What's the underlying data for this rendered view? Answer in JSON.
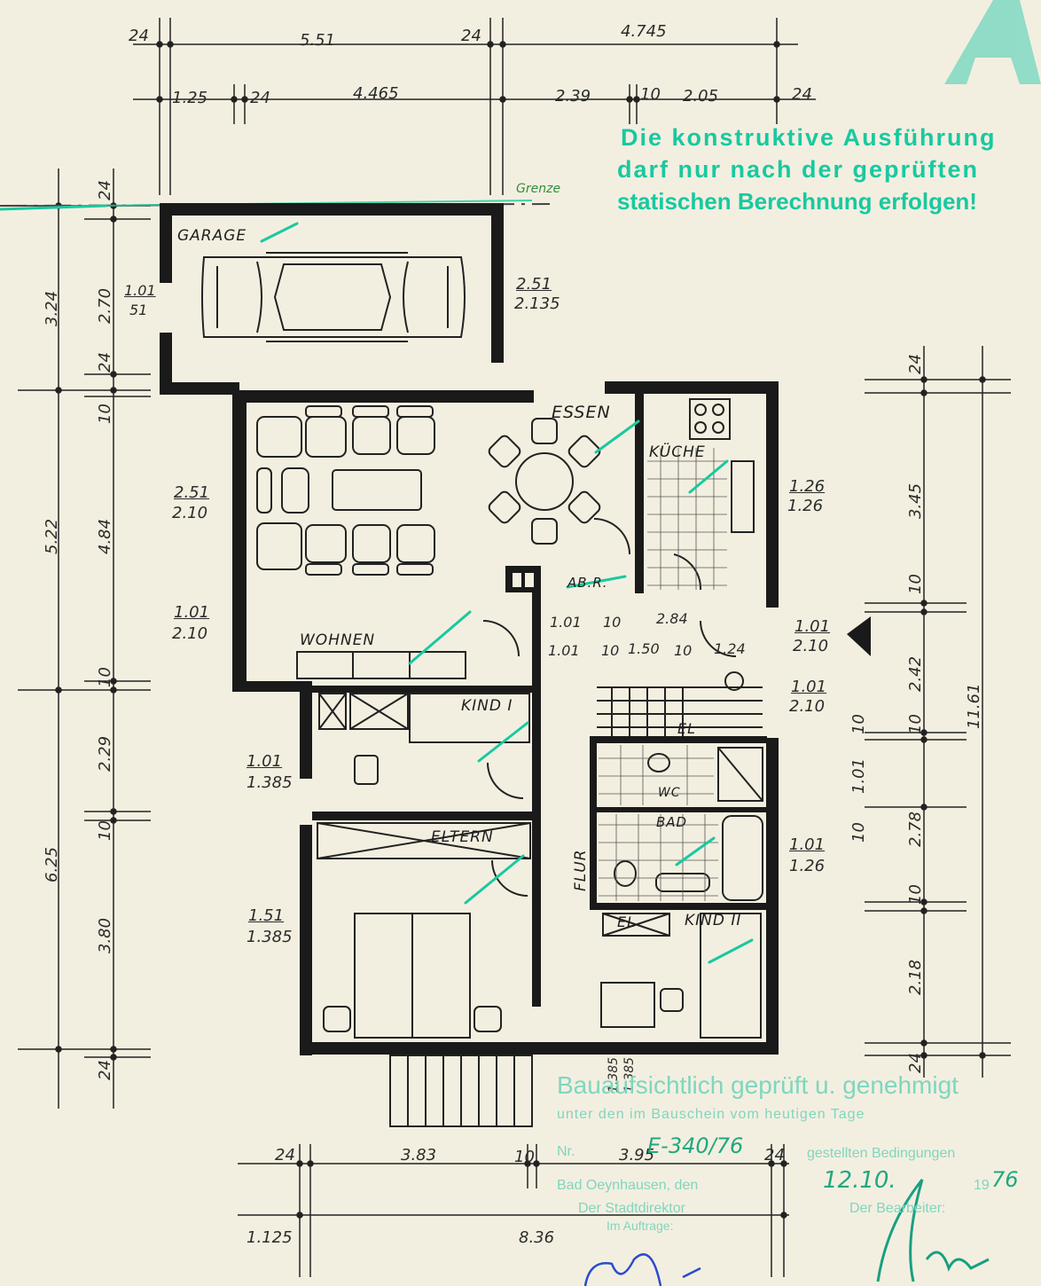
{
  "stamp_letter": "A",
  "notice": {
    "line1": "Die konstruktive Ausführung",
    "line2": "darf nur nach der geprüften",
    "line3": "statischen Berechnung erfolgen!"
  },
  "handwritten_grenze": "Grenze",
  "rooms": {
    "garage": "GARAGE",
    "essen": "ESSEN",
    "kueche": "KÜCHE",
    "abr": "AB.R.",
    "wohnen": "WOHNEN",
    "kind1": "KIND I",
    "eltern": "ELTERN",
    "bad": "BAD",
    "wc": "WC",
    "flur": "FLUR",
    "el1": "EL",
    "el2": "EL",
    "kind2": "KIND II"
  },
  "dims_top": {
    "t1": "24",
    "t2": "5.51",
    "t3": "24",
    "t4": "4.745",
    "s1": "1.25",
    "s2": "24",
    "s3": "4.465",
    "s4": "2.39",
    "s5": "10",
    "s6": "2.05",
    "s7": "24"
  },
  "dims_left": {
    "o1": "3.24",
    "o2": "5.22",
    "o3": "6.25",
    "i1": "24",
    "i2": "2.70",
    "i3": "24",
    "i4": "10",
    "i5": "4.84",
    "i6": "10",
    "i7": "2.29",
    "i8": "10",
    "i9": "3.80",
    "i10": "24"
  },
  "dims_right": {
    "r1": "24",
    "r2": "3.45",
    "r3": "10",
    "r4": "2.42",
    "r5": "10",
    "r6": "10",
    "r7": "1.01",
    "r8": "10",
    "r9": "2.78",
    "r10": "10",
    "r11": "2.18",
    "r12": "24",
    "total": "11.61"
  },
  "dims_bottom": {
    "b1": "24",
    "b2": "3.83",
    "b3": "10",
    "b4": "3.95",
    "b5": "24",
    "c1": "1.125",
    "c2": "8.36"
  },
  "openings": {
    "g1a": "1.01",
    "g1b": "51",
    "g2a": "2.51",
    "g2b": "2.135",
    "w1a": "2.51",
    "w1b": "2.10",
    "w2a": "1.01",
    "w2b": "2.10",
    "k1a": "1.26",
    "k1b": "1.26",
    "f1": "1.01",
    "f2": "10",
    "f3": "2.84",
    "f4": "1.01",
    "f5": "10",
    "f6": "1.50",
    "f7": "10",
    "f8": "1.24",
    "e1a": "1.01",
    "e1b": "2.10",
    "e2a": "1.01",
    "e2b": "2.10",
    "k1wa": "1.01",
    "k1wb": "1.385",
    "ba": "1.01",
    "bb": "1.26",
    "ela": "1.51",
    "elb": "1.385",
    "d1": "1.385",
    "d2": "1.385"
  },
  "approval": {
    "title": "Bauaufsichtlich geprüft u. genehmigt",
    "line1": "unter den im Bauschein vom heutigen Tage",
    "nr_label": "Nr.",
    "nr_value": "E-340/76",
    "nr_suffix": "gestellten Bedingungen",
    "place": "Bad Oeynhausen, den",
    "date": "12.10.",
    "year_prefix": "19",
    "year": "76",
    "left_sign": "Der Stadtdirektor",
    "left_sign2": "Im Auftrage:",
    "right_sign": "Der Bearbeiter:"
  },
  "colors": {
    "ink": "#1a1a1a",
    "green": "#18c9a0",
    "paper": "#f3efe0",
    "blue": "#2a4bd0"
  }
}
